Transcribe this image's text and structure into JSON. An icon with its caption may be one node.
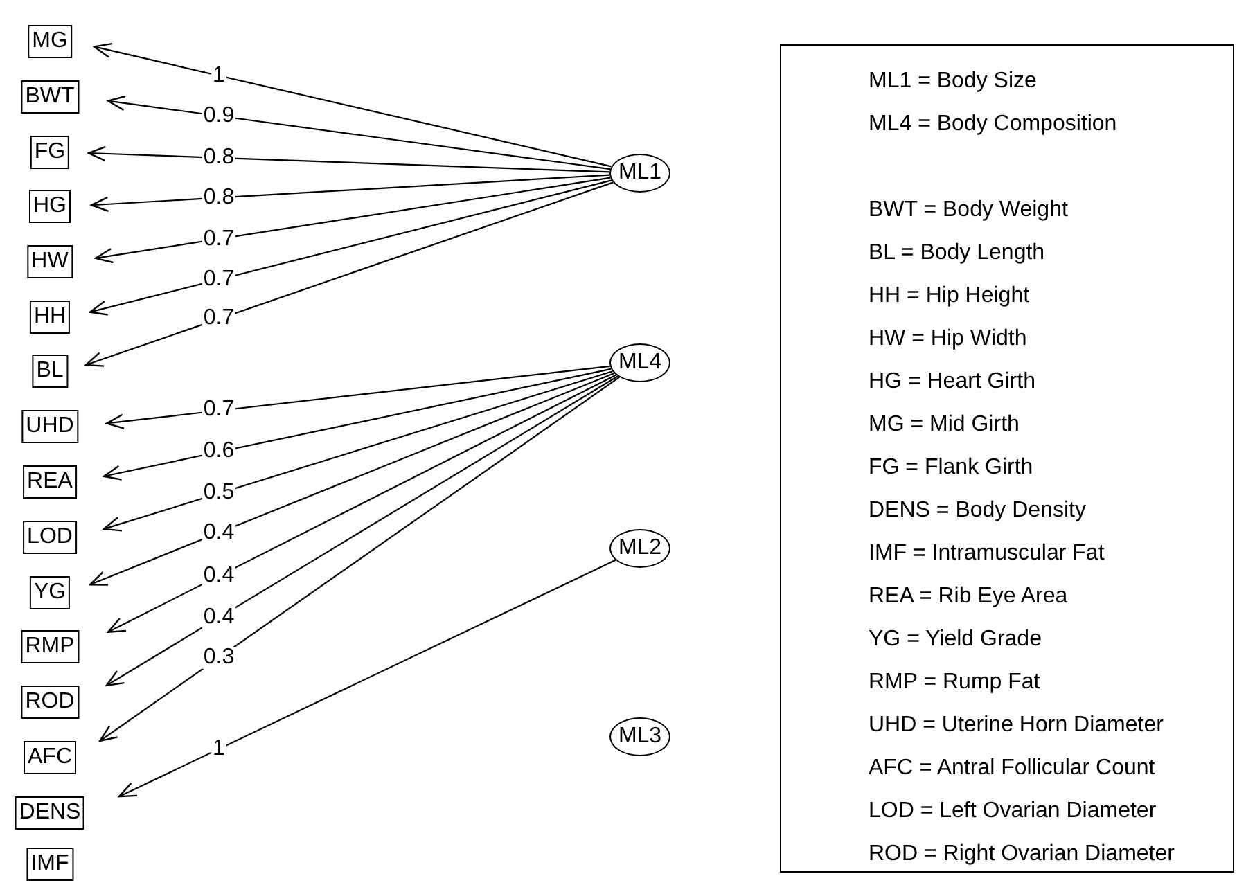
{
  "diagram": {
    "nodes": [
      {
        "text": [
          "MG"
        ]
      },
      {
        "text": [
          "BWT"
        ]
      },
      {
        "text": [
          "FG"
        ]
      },
      {
        "text": [
          "HG"
        ]
      },
      {
        "text": [
          "HW"
        ]
      },
      {
        "text": [
          "HH"
        ]
      },
      {
        "text": [
          "BL"
        ]
      },
      {
        "text": [
          "UHD"
        ]
      },
      {
        "text": [
          "REA"
        ]
      },
      {
        "text": [
          "LOD"
        ]
      },
      {
        "text": [
          "YG"
        ]
      },
      {
        "text": [
          "RMP"
        ]
      },
      {
        "text": [
          "ROD"
        ]
      },
      {
        "text": [
          "AFC"
        ]
      },
      {
        "text": [
          "DENS"
        ]
      },
      {
        "text": [
          "IMF"
        ]
      },
      {
        "text": [
          "ML1"
        ]
      },
      {
        "text": [
          "ML4"
        ]
      },
      {
        "text": [
          "ML2"
        ]
      },
      {
        "text": [
          "ML3"
        ]
      },
      {
        "text": [
          "ML1 = Body Size",
          "ML4 = Body Composition",
          "BWT = Body Weight",
          "BL = Body Length",
          "HH = Hip Height",
          "HW = Hip Width",
          "HG = Heart Girth",
          "MG = Mid Girth",
          "FG = Flank Girth",
          "DENS = Body Density",
          "IMF = Intramuscular Fat",
          "REA = Rib Eye Area",
          "YG = Yield Grade",
          "RMP = Rump Fat",
          "UHD = Uterine Horn Diameter",
          "AFC = Antral Follicular Count",
          "LOD = Left Ovarian Diameter",
          "ROD = Right Ovarian Diameter"
        ]
      }
    ],
    "edges": [
      {
        "from": 16,
        "to": 0,
        "arrow": "to",
        "label": "1"
      },
      {
        "from": 16,
        "to": 1,
        "arrow": "to",
        "label": "0.9"
      },
      {
        "from": 16,
        "to": 2,
        "arrow": "to",
        "label": "0.8"
      },
      {
        "from": 16,
        "to": 3,
        "arrow": "to",
        "label": "0.8"
      },
      {
        "from": 16,
        "to": 4,
        "arrow": "to",
        "label": "0.7"
      },
      {
        "from": 16,
        "to": 5,
        "arrow": "to",
        "label": "0.7"
      },
      {
        "from": 16,
        "to": 6,
        "arrow": "to",
        "label": "0.7"
      },
      {
        "from": 17,
        "to": 7,
        "arrow": "to",
        "label": "0.7"
      },
      {
        "from": 17,
        "to": 8,
        "arrow": "to",
        "label": "0.6"
      },
      {
        "from": 17,
        "to": 9,
        "arrow": "to",
        "label": "0.5"
      },
      {
        "from": 17,
        "to": 10,
        "arrow": "to",
        "label": "0.4"
      },
      {
        "from": 17,
        "to": 11,
        "arrow": "to",
        "label": "0.4"
      },
      {
        "from": 17,
        "to": 12,
        "arrow": "to",
        "label": "0.4"
      },
      {
        "from": 17,
        "to": 13,
        "arrow": "to",
        "label": "0.3"
      },
      {
        "from": 18,
        "to": 14,
        "arrow": "to",
        "label": "1"
      }
    ]
  }
}
